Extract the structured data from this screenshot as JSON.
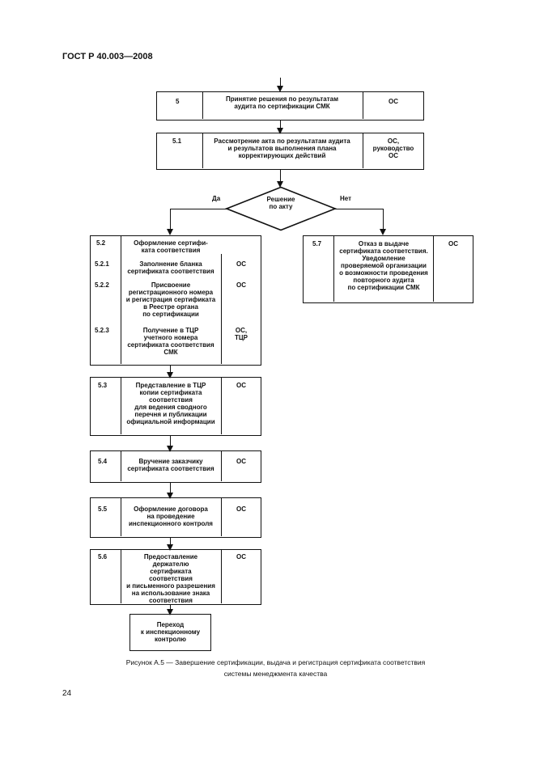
{
  "header": {
    "doc_id": "ГОСТ Р 40.003—2008"
  },
  "diagram": {
    "s5": {
      "num": "5",
      "text": "Принятие решения по результатам\nаудита по сертификации СМК",
      "who": "ОС"
    },
    "s51": {
      "num": "5.1",
      "text": "Рассмотрение акта по результатам аудита\nи результатов выполнения плана\nкорректирующих действий",
      "who": "ОС,\nруководство\nОС"
    },
    "decision": {
      "text": "Решение\nпо акту",
      "yes": "Да",
      "no": "Нет"
    },
    "s52": {
      "num": "5.2",
      "text": "Оформление сертифи-\nката соответствия"
    },
    "s521": {
      "num": "5.2.1",
      "text": "Заполнение бланка\nсертификата соответствия",
      "who": "ОС"
    },
    "s522": {
      "num": "5.2.2",
      "text": "Присвоение\nрегистрационного номера\nи регистрация сертификата\nв Реестре органа\nпо сертификации",
      "who": "ОС"
    },
    "s523": {
      "num": "5.2.3",
      "text": "Получение в ТЦР\nучетного номера\nсертификата соответствия\nСМК",
      "who": "ОС,\nТЦР"
    },
    "s57": {
      "num": "5.7",
      "text": "Отказ в выдаче\nсертификата соответствия.\nУведомление\nпроверяемой организации\nо возможности проведения\nповторного аудита\nпо сертификации СМК",
      "who": "ОС"
    },
    "s53": {
      "num": "5.3",
      "text": "Представление в ТЦР\nкопии сертификата\nсоответствия\nдля ведения сводного\nперечня и публикации\nофициальной информации",
      "who": "ОС"
    },
    "s54": {
      "num": "5.4",
      "text": "Вручение заказчику\nсертификата соответствия",
      "who": "ОС"
    },
    "s55": {
      "num": "5.5",
      "text": "Оформление договора\nна проведение\nинспекционного контроля",
      "who": "ОС"
    },
    "s56": {
      "num": "5.6",
      "text": "Предоставление\nдержателю\nсертификата\nсоответствия\nи письменного разрешения\nна использование знака\nсоответствия",
      "who": "ОС"
    },
    "end": {
      "text": "Переход\nк инспекционному\nконтролю"
    }
  },
  "caption": {
    "line1": "Рисунок А.5 — Завершение сертификации, выдача и регистрация сертификата соответствия",
    "line2": "системы менеджмента качества"
  },
  "page_number": "24"
}
